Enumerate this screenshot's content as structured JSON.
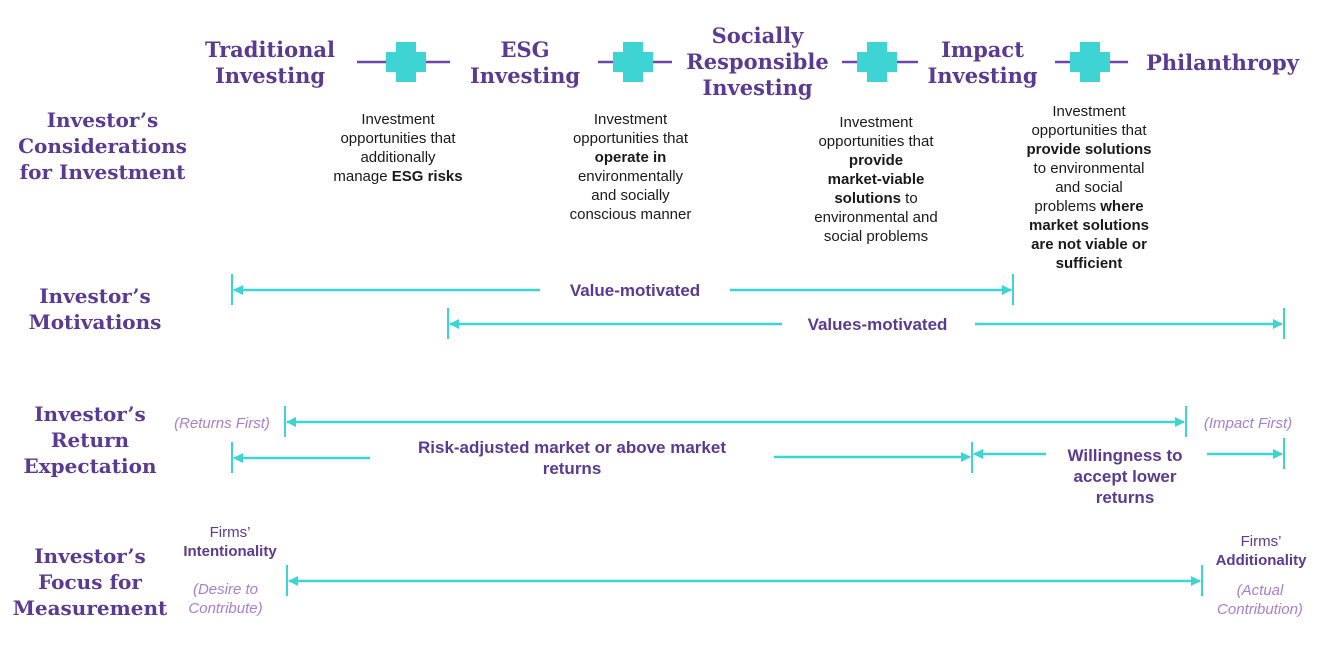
{
  "categories": [
    {
      "line1": "Traditional",
      "line2": "Investing"
    },
    {
      "line1": "ESG",
      "line2": "Investing"
    },
    {
      "line1": "Socially",
      "line2": "Responsible",
      "line3": "Investing"
    },
    {
      "line1": "Impact",
      "line2": "Investing"
    },
    {
      "line1": "Philanthropy"
    }
  ],
  "row_labels": {
    "considerations": [
      "Investor’s",
      "Considerations",
      "for Investment"
    ],
    "motivations": [
      "Investor’s",
      "Motivations"
    ],
    "return_expectation": [
      "Investor’s",
      "Return",
      "Expectation"
    ],
    "focus_measurement": [
      "Investor’s",
      "Focus for",
      "Measurement"
    ]
  },
  "descriptions": {
    "esg": {
      "l1": "Investment",
      "l2": "opportunities that",
      "l3": "additionally",
      "l4a": "manage ",
      "l4b": "ESG risks"
    },
    "sri": {
      "l1": "Investment",
      "l2": "opportunities that",
      "l3": "operate in",
      "l4": "environmentally",
      "l5": "and socially",
      "l6": "conscious manner"
    },
    "impact": {
      "l1": "Investment",
      "l2": "opportunities that",
      "l3": "provide",
      "l4": "market-viable",
      "l5a": "solutions",
      "l5b": " to",
      "l6": "environmental and",
      "l7": "social problems"
    },
    "philanthropy": {
      "l1": "Investment",
      "l2": "opportunities that",
      "l3": "provide solutions",
      "l4": "to environmental",
      "l5": "and social",
      "l6a": "problems ",
      "l6b": "where",
      "l7": "market solutions",
      "l8": "are not viable or",
      "l9": "sufficient"
    }
  },
  "motivations": {
    "value": "Value-motivated",
    "values": "Values-motivated"
  },
  "returns": {
    "left_note": "(Returns First)",
    "right_note": "(Impact First)",
    "market_line1": "Risk-adjusted market or above market",
    "market_line2": "returns",
    "lower_line1": "Willingness to",
    "lower_line2": "accept lower",
    "lower_line3": "returns"
  },
  "measurement": {
    "left_l1": "Firms’",
    "left_l2": "Intentionality",
    "left_note1": "(Desire to",
    "left_note2": "Contribute)",
    "right_l1": "Firms’",
    "right_l2": "Additionality",
    "right_note1": "(Actual",
    "right_note2": "Contribution)"
  },
  "colors": {
    "accent": "#3fd4d4",
    "purple": "#5b3a91",
    "light_purple": "#a77fd1"
  }
}
